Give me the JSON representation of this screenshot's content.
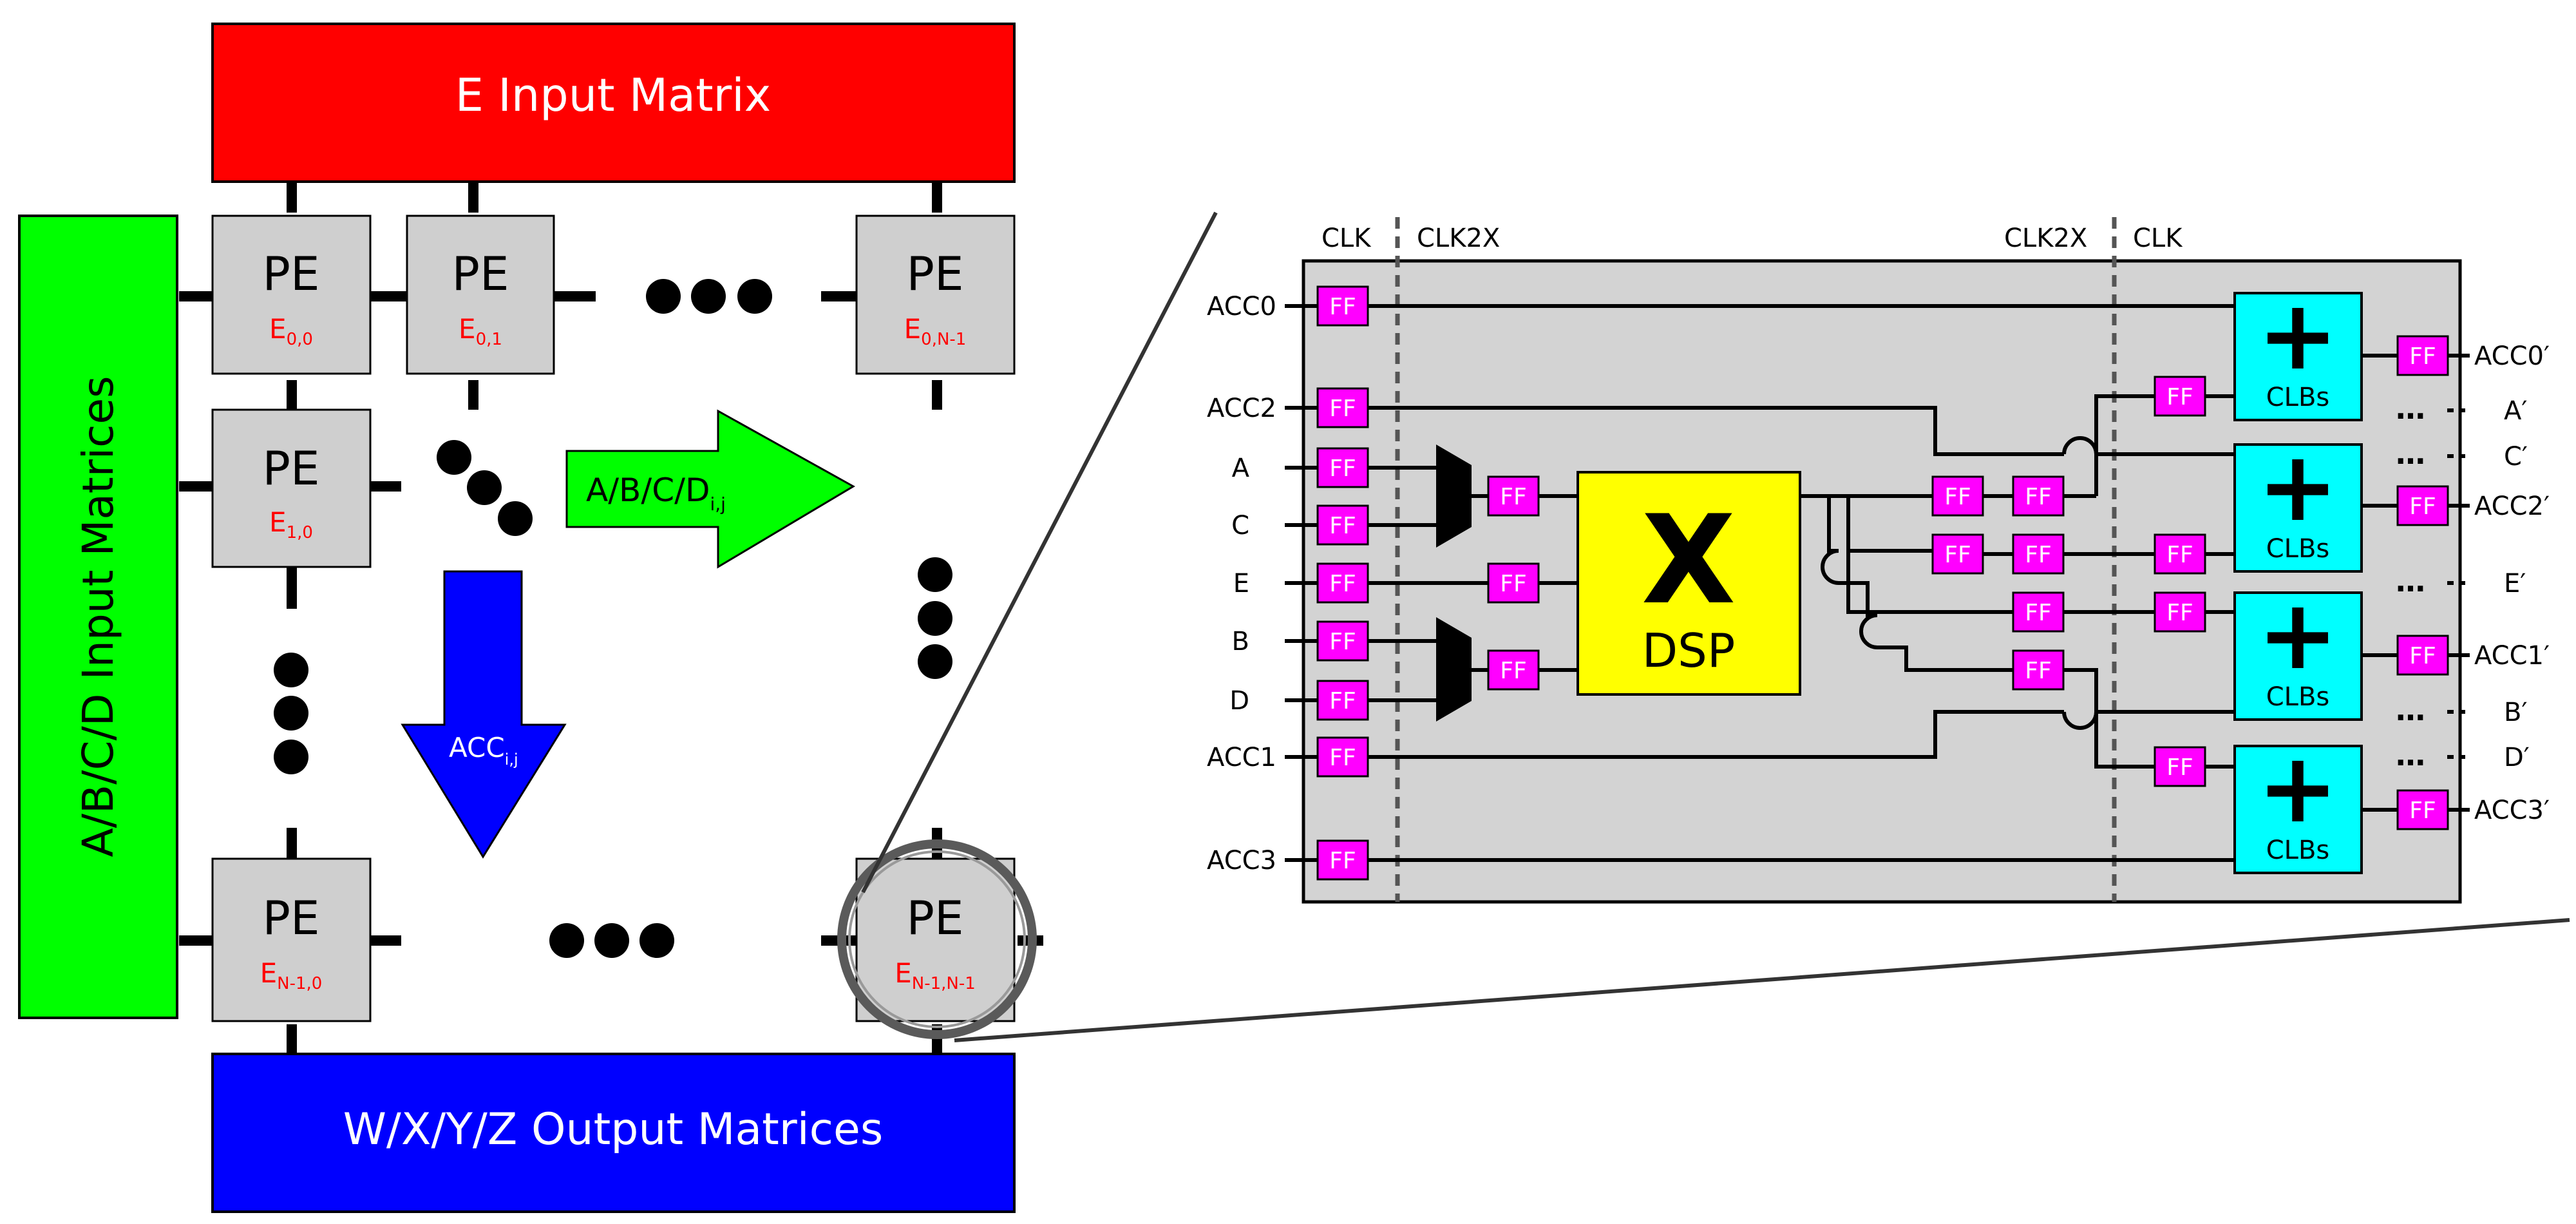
{
  "colors": {
    "e_input": "#ff0000",
    "input_matrices": "#00ff00",
    "output_matrices": "#0000ff",
    "pe_fill": "#cfcfcf",
    "pe_sub": "#ff0000",
    "dataflow_arrow": "#00ff00",
    "acc_arrow": "#0000ff",
    "panel": "#d3d3d3",
    "ff": "#ff00ff",
    "dsp": "#ffff00",
    "clb": "#00ffff",
    "wire": "#000000"
  },
  "grid": {
    "e_input_label": "E Input Matrix",
    "input_matrices_label": "A/B/C/D Input Matrices",
    "output_matrices_label": "W/X/Y/Z Output Matrices",
    "pe_label": "PE",
    "pes": [
      {
        "sub_base": "E",
        "sub_index": "0,0"
      },
      {
        "sub_base": "E",
        "sub_index": "0,1"
      },
      {
        "sub_base": "E",
        "sub_index": "0,N-1"
      },
      {
        "sub_base": "E",
        "sub_index": "1,0"
      },
      {
        "sub_base": "E",
        "sub_index": "N-1,0"
      },
      {
        "sub_base": "E",
        "sub_index": "N-1,N-1"
      }
    ],
    "dataflow_arrow": {
      "base": "A/B/C/D",
      "sub": "i,j"
    },
    "acc_arrow": {
      "base": "ACC",
      "sub": "i,j"
    }
  },
  "detail": {
    "clock_labels": [
      "CLK",
      "CLK2X",
      "CLK2X",
      "CLK"
    ],
    "inputs": [
      "ACC0",
      "ACC2",
      "A",
      "C",
      "E",
      "B",
      "D",
      "ACC1",
      "ACC3"
    ],
    "outputs": [
      "ACC0′",
      "A′",
      "C′",
      "ACC2′",
      "E′",
      "ACC1′",
      "B′",
      "D′",
      "ACC3′"
    ],
    "ff_label": "FF",
    "dsp_symbol": "X",
    "dsp_label": "DSP",
    "clb_symbol": "+",
    "clb_label": "CLBs",
    "ellipsis": "…"
  }
}
